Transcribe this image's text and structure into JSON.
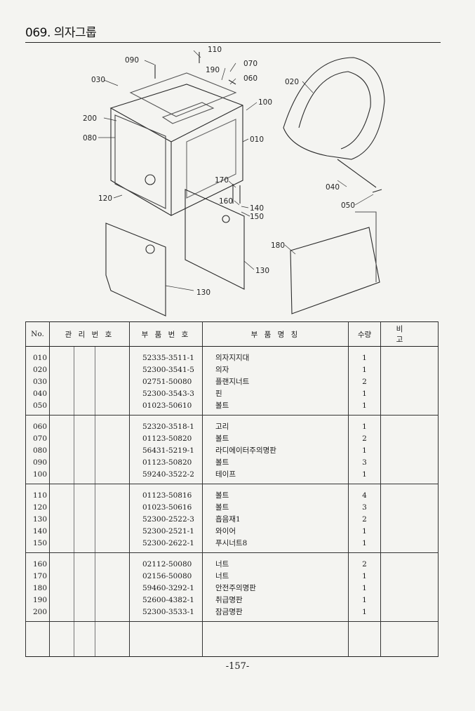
{
  "header": {
    "title": "069. 의자그룹"
  },
  "callouts": [
    "110",
    "090",
    "190",
    "070",
    "030",
    "060",
    "020",
    "100",
    "200",
    "080",
    "010",
    "170",
    "160",
    "140",
    "150",
    "120",
    "180",
    "130",
    "130",
    "040",
    "050"
  ],
  "table": {
    "columns": [
      "No.",
      "관 리 번 호",
      "부 품 번 호",
      "부 품 명 칭",
      "수량",
      "비 고"
    ],
    "groups": [
      [
        {
          "no": "010",
          "part": "52335-3511-1",
          "name": "의자지지대",
          "qty": "1"
        },
        {
          "no": "020",
          "part": "52300-3541-5",
          "name": "의자",
          "qty": "1"
        },
        {
          "no": "030",
          "part": "02751-50080",
          "name": "플랜지너트",
          "qty": "2"
        },
        {
          "no": "040",
          "part": "52300-3543-3",
          "name": "핀",
          "qty": "1"
        },
        {
          "no": "050",
          "part": "01023-50610",
          "name": "볼트",
          "qty": "1"
        }
      ],
      [
        {
          "no": "060",
          "part": "52320-3518-1",
          "name": "고리",
          "qty": "1"
        },
        {
          "no": "070",
          "part": "01123-50820",
          "name": "볼트",
          "qty": "2"
        },
        {
          "no": "080",
          "part": "56431-5219-1",
          "name": "라디에이터주의명판",
          "qty": "1"
        },
        {
          "no": "090",
          "part": "01123-50820",
          "name": "볼트",
          "qty": "3"
        },
        {
          "no": "100",
          "part": "59240-3522-2",
          "name": "테이프",
          "qty": "1"
        }
      ],
      [
        {
          "no": "110",
          "part": "01123-50816",
          "name": "볼트",
          "qty": "4"
        },
        {
          "no": "120",
          "part": "01023-50616",
          "name": "볼트",
          "qty": "3"
        },
        {
          "no": "130",
          "part": "52300-2522-3",
          "name": "흡음재1",
          "qty": "2"
        },
        {
          "no": "140",
          "part": "52300-2521-1",
          "name": "와이어",
          "qty": "1"
        },
        {
          "no": "150",
          "part": "52300-2622-1",
          "name": "푸시너트8",
          "qty": "1"
        }
      ],
      [
        {
          "no": "160",
          "part": "02112-50080",
          "name": "너트",
          "qty": "2"
        },
        {
          "no": "170",
          "part": "02156-50080",
          "name": "너트",
          "qty": "1"
        },
        {
          "no": "180",
          "part": "59460-3292-1",
          "name": "안전주의명판",
          "qty": "1"
        },
        {
          "no": "190",
          "part": "52600-4382-1",
          "name": "취급명판",
          "qty": "1"
        },
        {
          "no": "200",
          "part": "52300-3533-1",
          "name": "잠금명판",
          "qty": "1"
        }
      ]
    ]
  },
  "footer": {
    "page": "-157-"
  }
}
